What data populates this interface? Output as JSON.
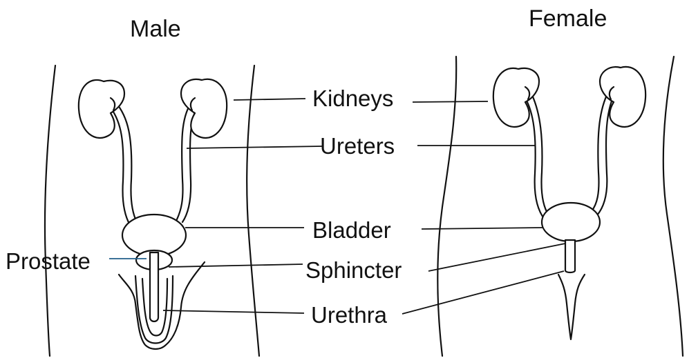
{
  "titles": {
    "male": "Male",
    "female": "Female"
  },
  "labels": {
    "kidneys": "Kidneys",
    "ureters": "Ureters",
    "bladder": "Bladder",
    "prostate": "Prostate",
    "sphincter": "Sphincter",
    "urethra": "Urethra"
  },
  "colors": {
    "line": "#111111",
    "prostate_leader": "#1f5d8a",
    "background": "#ffffff"
  }
}
